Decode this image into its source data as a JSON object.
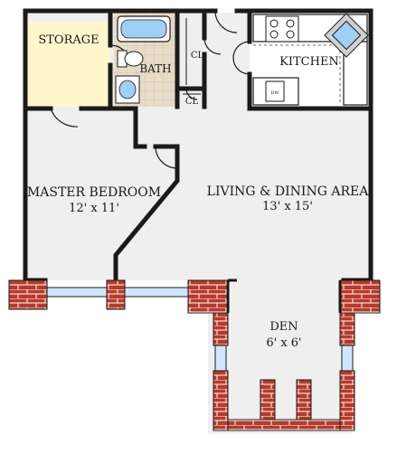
{
  "rooms": {
    "storage": {
      "name": "STORAGE"
    },
    "bath": {
      "name": "BATH"
    },
    "closet_upper": {
      "name": "CL"
    },
    "closet_lower": {
      "name": "CL"
    },
    "kitchen": {
      "name": "KITCHEN"
    },
    "master_bedroom": {
      "name": "MASTER BEDROOM",
      "size": "12' x 11'"
    },
    "living_dining": {
      "name": "LIVING & DINING AREA",
      "size": "13' x 15'"
    },
    "den": {
      "name": "DEN",
      "size": "6' x 6'"
    }
  },
  "appliances": {
    "dishwasher": {
      "label": "DW"
    }
  },
  "colors": {
    "floor": "#efefef",
    "wall": "#1a1a1a",
    "storage_floor": "#fff6cc",
    "bath_tile": "#e8dcc8",
    "kitchen_floor": "#ffffff",
    "brick": "#b83a2a",
    "mortar": "#ffffff",
    "window_glass": "#cfe6ff",
    "fixture_blue": "#9fd0f5"
  }
}
